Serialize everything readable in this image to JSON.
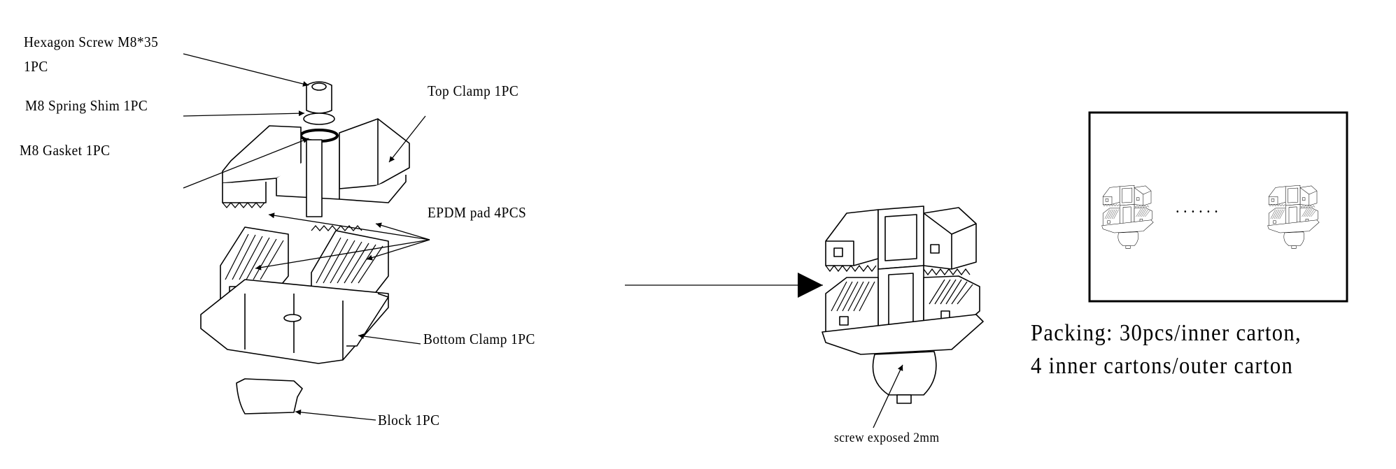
{
  "exploded_view": {
    "labels": {
      "hexagon_screw": "Hexagon Screw M8*35",
      "hexagon_screw_qty": "1PC",
      "spring_shim": "M8 Spring Shim 1PC",
      "gasket": "M8 Gasket 1PC",
      "top_clamp": "Top Clamp 1PC",
      "epdm_pad": "EPDM pad 4PCS",
      "bottom_clamp": "Bottom Clamp 1PC",
      "block": "Block 1PC"
    }
  },
  "assembled_view": {
    "note": "screw exposed 2mm"
  },
  "packing": {
    "line1": "Packing: 30pcs/inner carton,",
    "line2": "4 inner cartons/outer carton",
    "ellipsis": "......"
  }
}
